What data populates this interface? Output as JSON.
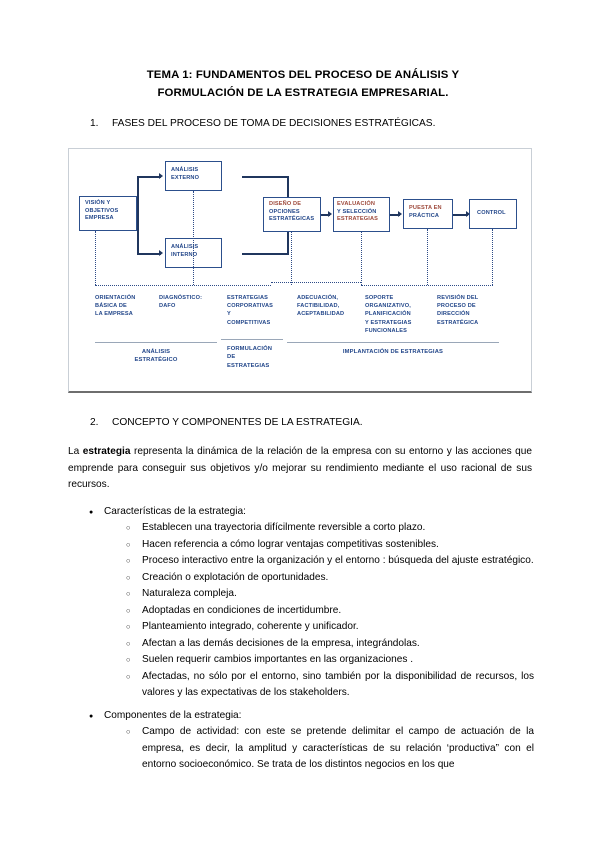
{
  "document": {
    "title_line1": "TEMA 1: FUNDAMENTOS DEL PROCESO DE ANÁLISIS Y",
    "title_line2": "FORMULACIÓN DE LA ESTRATEGIA EMPRESARIAL.",
    "sections": [
      {
        "number": "1.",
        "heading": "FASES DEL PROCESO DE TOMA DE DECISIONES ESTRATÉGICAS."
      },
      {
        "number": "2.",
        "heading": "CONCEPTO Y COMPONENTES DE LA ESTRATEGIA."
      }
    ],
    "paragraph": {
      "before_bold": "La ",
      "bold": "estrategia",
      "after_bold": " representa la dinámica de la relación de la empresa con su entorno y las acciones que emprende para conseguir sus objetivos y/o mejorar su rendimiento mediante el uso racional de sus recursos."
    },
    "lists": [
      {
        "label": "Características de la estrategia:",
        "items": [
          "Establecen una trayectoria difícilmente reversible a corto plazo.",
          "Hacen referencia a cómo lograr ventajas competitivas sostenibles.",
          "Proceso interactivo entre la organización y el entorno : búsqueda del ajuste estratégico.",
          "Creación o explotación de oportunidades.",
          "Naturaleza compleja.",
          "Adoptadas en condiciones de incertidumbre.",
          "Planteamiento integrado, coherente y unificador.",
          "Afectan a las demás decisiones de la empresa, integrándolas.",
          "Suelen requerir cambios importantes en las organizaciones .",
          "Afectadas, no sólo por el entorno, sino también por la disponibilidad de recursos, los valores y las expectativas de los stakeholders."
        ]
      },
      {
        "label": "Componentes de la estrategia:",
        "items": [
          "Campo de actividad: con este se pretende delimitar el campo de actuación de la empresa, es decir, la amplitud y características de su relación ‘productiva” con el entorno socioeconómico. Se trata de los distintos negocios en los que"
        ]
      }
    ]
  },
  "figure": {
    "boxes": {
      "vision": {
        "l1": "VISIÓN Y",
        "l2": "OBJETIVOS",
        "l3": "EMPRESA"
      },
      "analisis_externo": {
        "l1": "ANÁLISIS",
        "l2": "EXTERNO"
      },
      "analisis_interno": {
        "l1": "ANÁLISIS",
        "l2": "INTERNO"
      },
      "diseno": {
        "l1": "DISEÑO DE",
        "l2": "OPCIONES",
        "l3": "ESTRATÉGICAS"
      },
      "evaluacion": {
        "l1": "EVALUACIÓN",
        "l2": "Y SELECCIÓN",
        "l3": "ESTRATEGIAS"
      },
      "puesta": {
        "l1": "PUESTA EN",
        "l2": "PRÁCTICA"
      },
      "control": {
        "l1": "CONTROL"
      }
    },
    "columns": [
      {
        "l1": "ORIENTACIÓN",
        "l2": "BÁSICA DE",
        "l3": "LA EMPRESA",
        "l4": "",
        "l5": ""
      },
      {
        "l1": "DIAGNÓSTICO:",
        "l2": "DAFO",
        "l3": "",
        "l4": "",
        "l5": ""
      },
      {
        "l1": "ESTRATEGIAS",
        "l2": "CORPORATIVAS",
        "l3": "Y",
        "l4": "COMPETITIVAS",
        "l5": ""
      },
      {
        "l1": "ADECUACIÓN,",
        "l2": "FACTIBILIDAD,",
        "l3": "ACEPTABILIDAD",
        "l4": "",
        "l5": ""
      },
      {
        "l1": "SOPORTE",
        "l2": "ORGANIZATIVO,",
        "l3": "PLANIFICACIÓN",
        "l4": "Y ESTRATEGIAS",
        "l5": "FUNCIONALES"
      },
      {
        "l1": "REVISIÓN DEL",
        "l2": "PROCESO DE",
        "l3": "DIRECCIÓN",
        "l4": "ESTRATÉGICA",
        "l5": ""
      }
    ],
    "phases": [
      {
        "l1": "ANÁLISIS",
        "l2": "ESTRATÉGICO",
        "l3": ""
      },
      {
        "l1": "FORMULACIÓN",
        "l2": "DE",
        "l3": "ESTRATEGIAS"
      },
      {
        "l1": "IMPLANTACIÓN DE ESTRATEGIAS",
        "l2": "",
        "l3": ""
      }
    ]
  },
  "colors": {
    "box_border": "#2c4f8c",
    "box_text_blue": "#23478a",
    "box_text_red": "#9e4a3c",
    "connector": "#20365e",
    "figure_border": "#c9cfd6"
  }
}
